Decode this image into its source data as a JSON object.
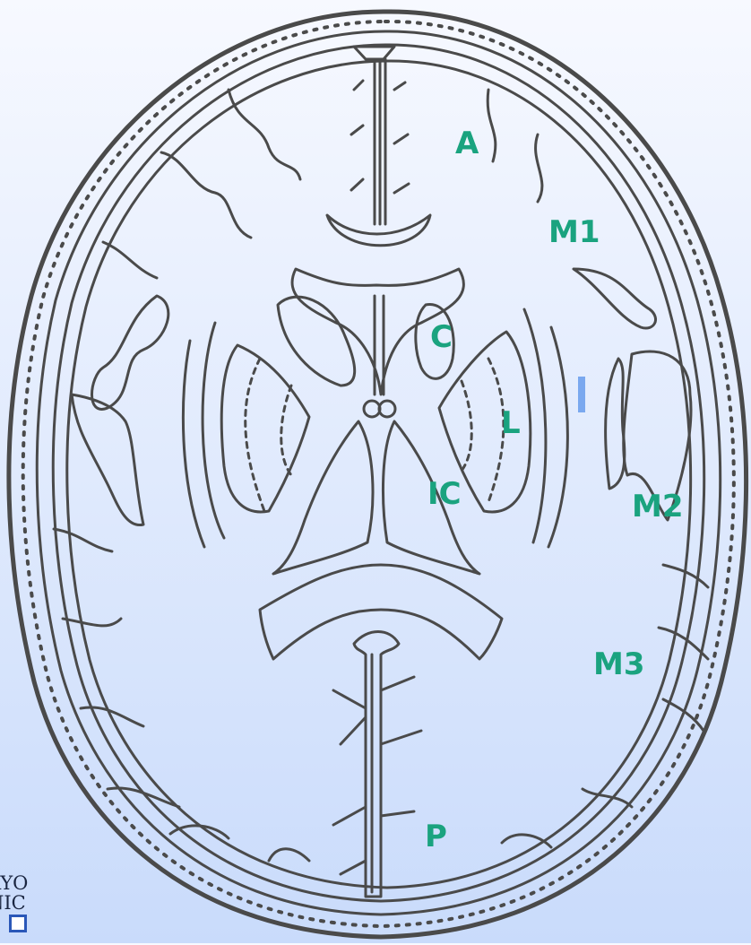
{
  "figure": {
    "labels": {
      "A": "A",
      "M1": "M1",
      "C": "C",
      "L": "L",
      "IC": "IC",
      "M2": "M2",
      "M3": "M3",
      "P": "P",
      "I": "I"
    },
    "colors": {
      "label": "#1aa37f",
      "marker_I": "#7aa8ef",
      "line": "#4a4a4a",
      "background_top": "#f7f9ff",
      "background_bottom": "#c9dbfb"
    }
  },
  "logo": {
    "line1": "AYO",
    "line2": "NIC",
    "shield_icon": "mayo-shield-icon"
  }
}
